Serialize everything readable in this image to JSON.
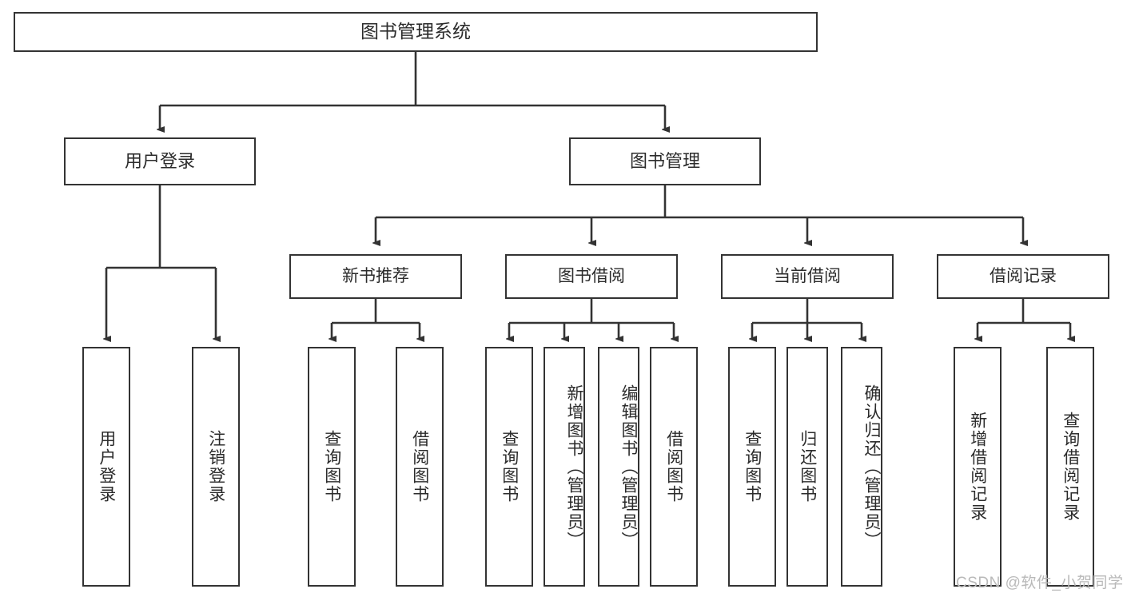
{
  "diagram": {
    "title_text": "图书管理系统",
    "type": "hierarchy-tree",
    "stroke_color": "#333333",
    "text_color": "#2b2b2b",
    "background_color": "#ffffff",
    "nodes": {
      "root": {
        "label": "图书管理系统",
        "level": 1
      },
      "user_login": {
        "label": "用户登录",
        "level": 2
      },
      "book_manage": {
        "label": "图书管理",
        "level": 2
      },
      "new_book_rec": {
        "label": "新书推荐",
        "level": 3
      },
      "book_borrow": {
        "label": "图书借阅",
        "level": 3
      },
      "current_borrow": {
        "label": "当前借阅",
        "level": 3
      },
      "borrow_record": {
        "label": "借阅记录",
        "level": 3
      },
      "leaf_user_login": {
        "label": "用户登录",
        "level": 4
      },
      "leaf_logout": {
        "label": "注销登录",
        "level": 4
      },
      "leaf_query_book_1": {
        "label": "查询图书",
        "level": 4
      },
      "leaf_borrow_book_1": {
        "label": "借阅图书",
        "level": 4
      },
      "leaf_query_book_2": {
        "label": "查询图书",
        "level": 4
      },
      "leaf_add_book": {
        "label": "新增图书（管理员）",
        "level": 4
      },
      "leaf_edit_book": {
        "label": "编辑图书（管理员）",
        "level": 4
      },
      "leaf_borrow_book_2": {
        "label": "借阅图书",
        "level": 4
      },
      "leaf_query_book_3": {
        "label": "查询图书",
        "level": 4
      },
      "leaf_return_book": {
        "label": "归还图书",
        "level": 4
      },
      "leaf_confirm_return": {
        "label": "确认归还（管理员）",
        "level": 4
      },
      "leaf_add_record": {
        "label": "新增借阅记录",
        "level": 4
      },
      "leaf_query_record": {
        "label": "查询借阅记录",
        "level": 4
      }
    },
    "edges": [
      {
        "from": "root",
        "to": "user_login"
      },
      {
        "from": "root",
        "to": "book_manage"
      },
      {
        "from": "user_login",
        "to": "leaf_user_login"
      },
      {
        "from": "user_login",
        "to": "leaf_logout"
      },
      {
        "from": "book_manage",
        "to": "new_book_rec"
      },
      {
        "from": "book_manage",
        "to": "book_borrow"
      },
      {
        "from": "book_manage",
        "to": "current_borrow"
      },
      {
        "from": "book_manage",
        "to": "borrow_record"
      },
      {
        "from": "new_book_rec",
        "to": "leaf_query_book_1"
      },
      {
        "from": "new_book_rec",
        "to": "leaf_borrow_book_1"
      },
      {
        "from": "book_borrow",
        "to": "leaf_query_book_2"
      },
      {
        "from": "book_borrow",
        "to": "leaf_add_book"
      },
      {
        "from": "book_borrow",
        "to": "leaf_edit_book"
      },
      {
        "from": "book_borrow",
        "to": "leaf_borrow_book_2"
      },
      {
        "from": "current_borrow",
        "to": "leaf_query_book_3"
      },
      {
        "from": "current_borrow",
        "to": "leaf_return_book"
      },
      {
        "from": "current_borrow",
        "to": "leaf_confirm_return"
      },
      {
        "from": "borrow_record",
        "to": "leaf_add_record"
      },
      {
        "from": "borrow_record",
        "to": "leaf_query_record"
      }
    ]
  },
  "watermark": {
    "text": "CSDN @软件_小贺同学"
  }
}
